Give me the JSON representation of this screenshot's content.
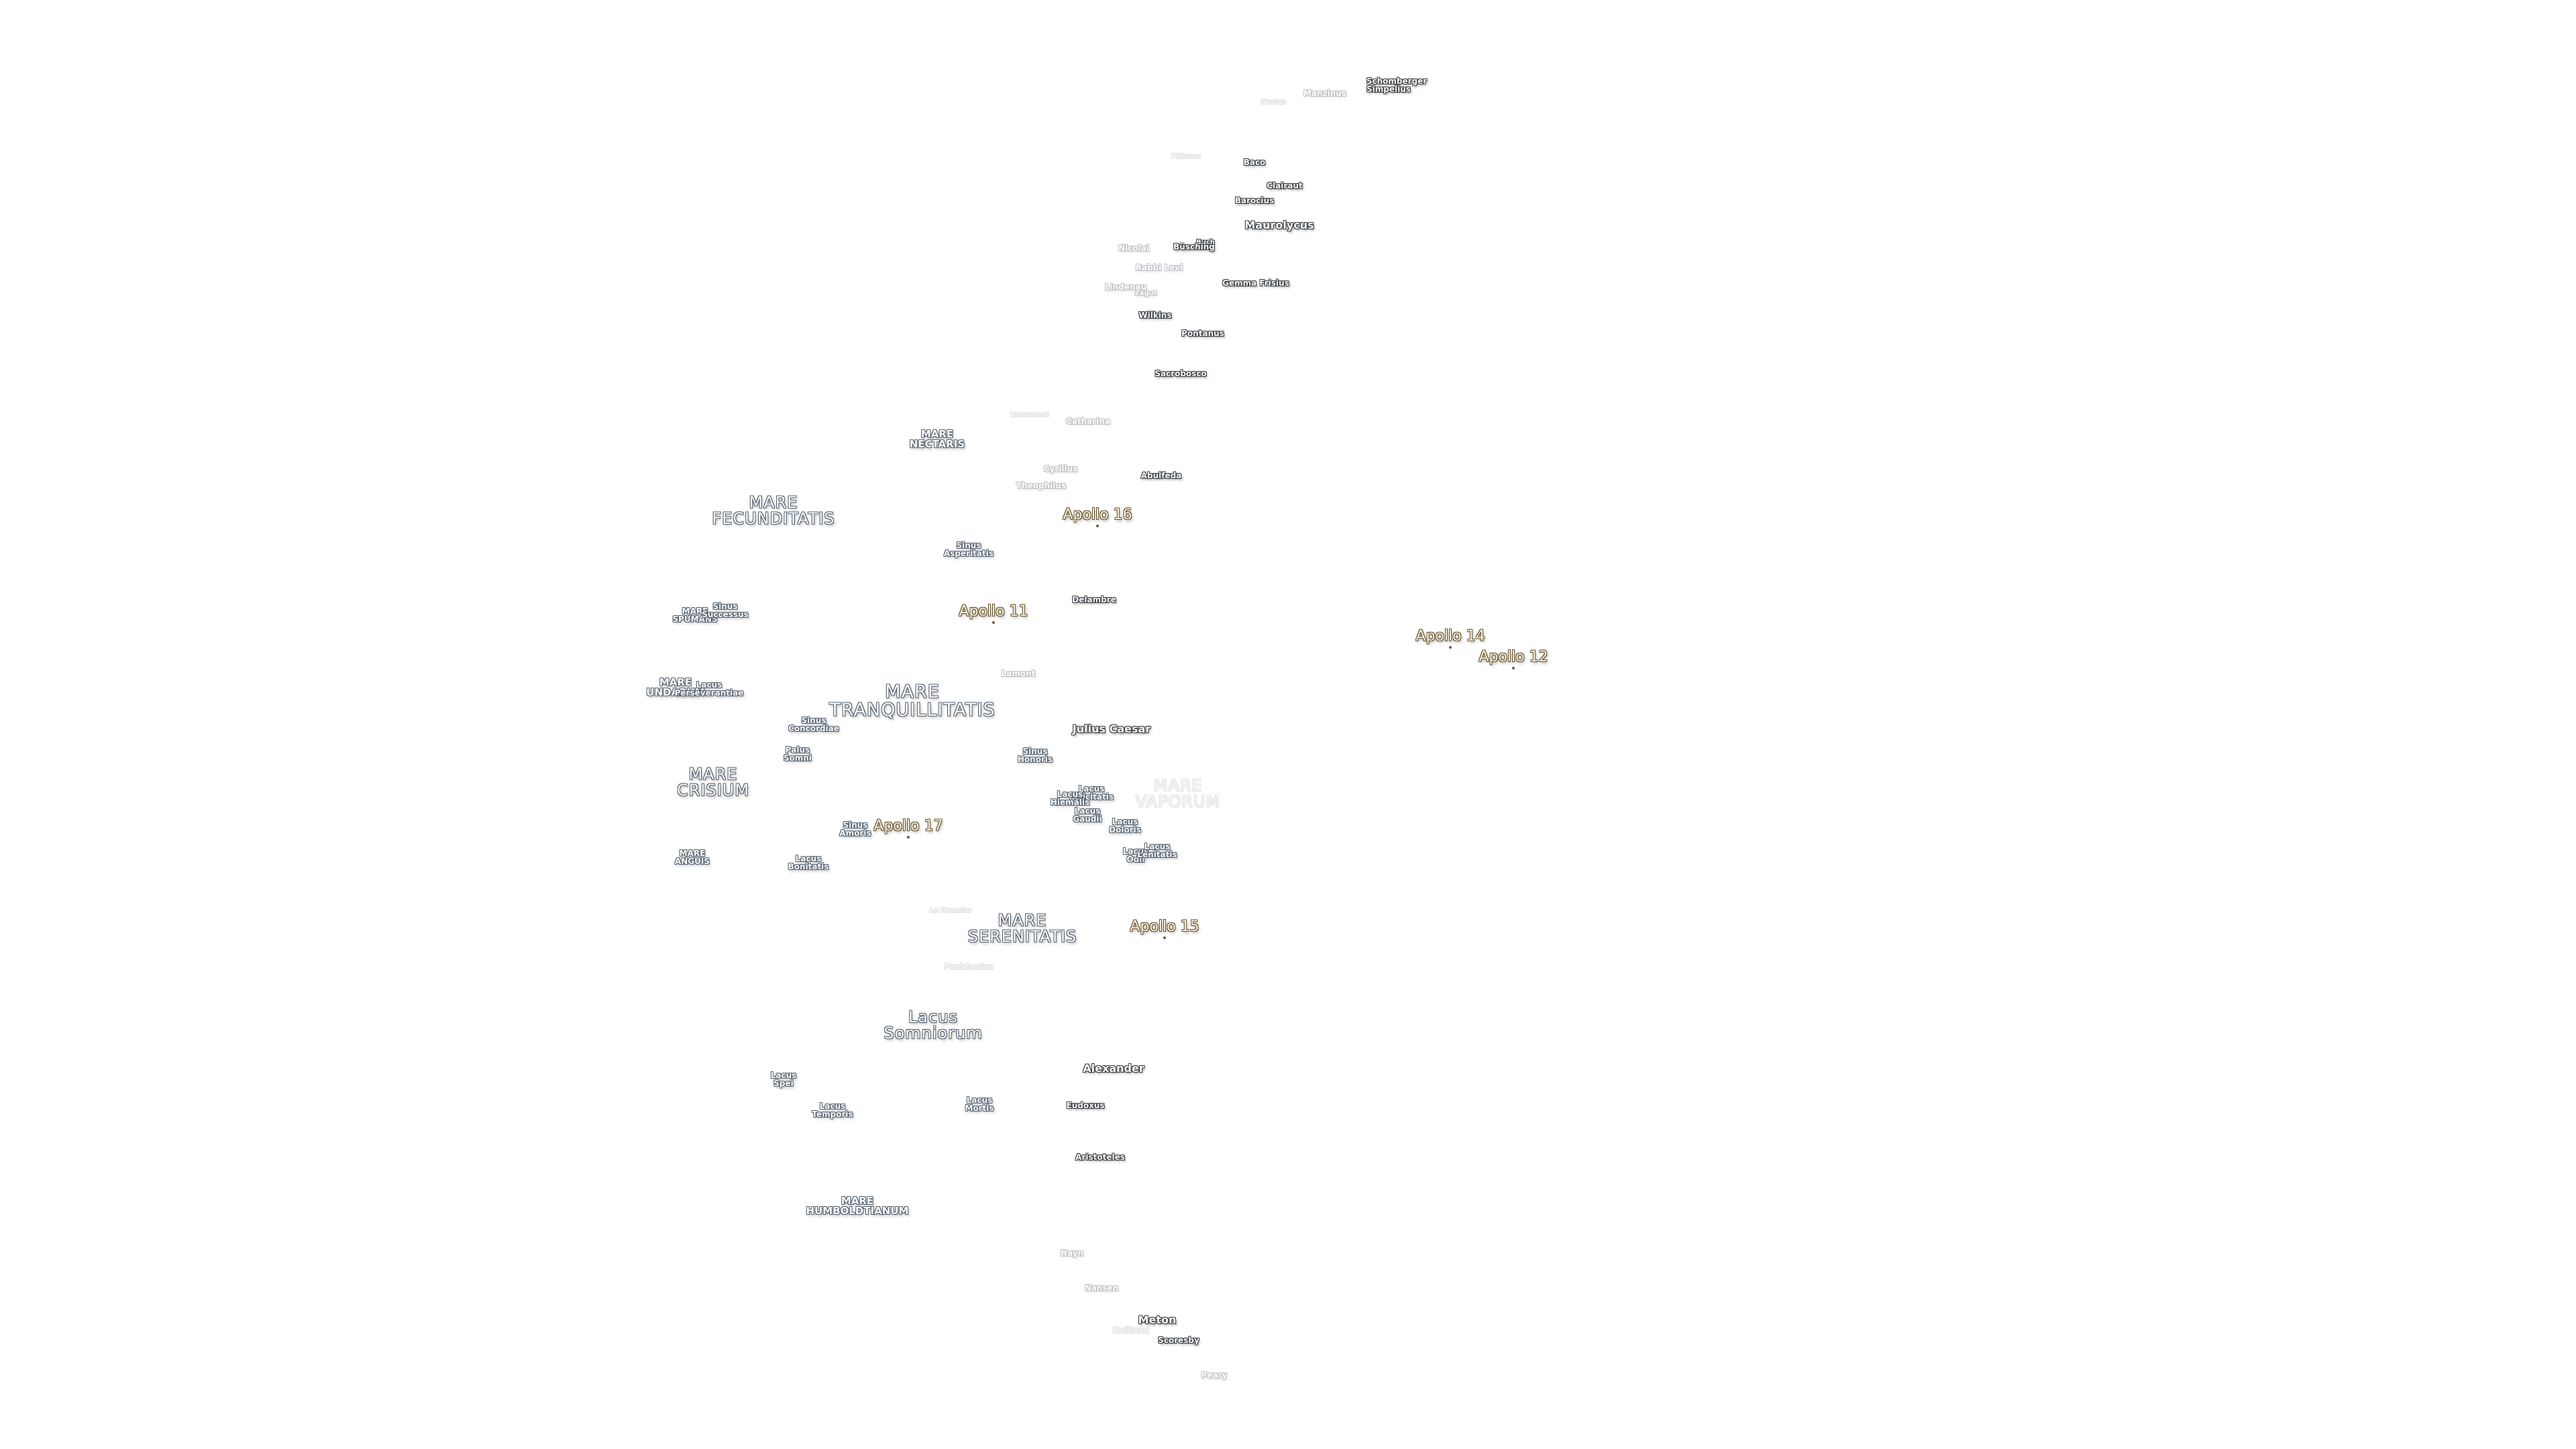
{
  "map": {
    "apollo_sites": [
      {
        "id": "apollo-16",
        "label": "Apollo 16"
      },
      {
        "id": "apollo-11",
        "label": "Apollo 11"
      },
      {
        "id": "apollo-14",
        "label": "Apollo 14"
      },
      {
        "id": "apollo-12",
        "label": "Apollo 12"
      },
      {
        "id": "apollo-17",
        "label": "Apollo 17"
      },
      {
        "id": "apollo-15",
        "label": "Apollo 15"
      }
    ],
    "maria": [
      {
        "id": "mare-fecunditatis",
        "label": "MARE\nFECUNDITATIS"
      },
      {
        "id": "mare-nectaris",
        "label": "MARE\nNECTARIS"
      },
      {
        "id": "mare-tranquillitatis",
        "label": "MARE\nTRANQUILLITATIS"
      },
      {
        "id": "mare-crisium",
        "label": "MARE\nCRISIUM"
      },
      {
        "id": "mare-serenitatis",
        "label": "MARE\nSERENITATIS"
      },
      {
        "id": "lacus-somniorum",
        "label": "Lacus\nSomniorum"
      },
      {
        "id": "mare-humboldtianum",
        "label": "MARE\nHUMBOLDTIANUM"
      },
      {
        "id": "mare-spumans",
        "label": "MARE\nSPUMANS"
      },
      {
        "id": "sinus-successus",
        "label": "Sinus\nSuccessus"
      },
      {
        "id": "mare-undarum",
        "label": "MARE\nUNDARUM"
      },
      {
        "id": "lacus-perseverantiae",
        "label": "Lacus\nPerseverantiae"
      },
      {
        "id": "sinus-asperitatis",
        "label": "Sinus\nAsperitatis"
      },
      {
        "id": "sinus-concordiae",
        "label": "Sinus\nConcordiae"
      },
      {
        "id": "palus-somni",
        "label": "Palus\nSomni"
      },
      {
        "id": "sinus-amoris",
        "label": "Sinus\nAmoris"
      },
      {
        "id": "mare-anguis",
        "label": "MARE\nANGUIS"
      },
      {
        "id": "lacus-bonitatis",
        "label": "Lacus\nBonitatis"
      },
      {
        "id": "sinus-honoris",
        "label": "Sinus\nHonoris"
      },
      {
        "id": "lacus-felicitatis",
        "label": "Lacus\nFelicitatis"
      },
      {
        "id": "lacus-hiemalis",
        "label": "Lacus\nHiemalis"
      },
      {
        "id": "lacus-gaudii",
        "label": "Lacus\nGaudii"
      },
      {
        "id": "lacus-doloris",
        "label": "Lacus\nDoloris"
      },
      {
        "id": "lacus-odii",
        "label": "Lacus\nOdii"
      },
      {
        "id": "lacus-lenitatis",
        "label": "Lacus\nLenitatis"
      },
      {
        "id": "mare-vaporum",
        "label": "MARE\nVAPORUM"
      },
      {
        "id": "lacus-spei",
        "label": "Lacus\nSpei"
      },
      {
        "id": "lacus-temporis",
        "label": "Lacus\nTemporis"
      },
      {
        "id": "lacus-mortis",
        "label": "Lacus\nMortis"
      }
    ],
    "craters": [
      {
        "id": "schomberger",
        "label": "Schomberger"
      },
      {
        "id": "simpelius",
        "label": "Simpelius"
      },
      {
        "id": "manzinus",
        "label": "Manzinus"
      },
      {
        "id": "nasius",
        "label": "Nasius"
      },
      {
        "id": "pitiscus",
        "label": "Pitiscus"
      },
      {
        "id": "baco",
        "label": "Baco"
      },
      {
        "id": "clairaut",
        "label": "Clairaut"
      },
      {
        "id": "barocius",
        "label": "Barocius"
      },
      {
        "id": "maurolycus",
        "label": "Maurolycus"
      },
      {
        "id": "nicolai",
        "label": "Nicolai"
      },
      {
        "id": "buch",
        "label": "Buch"
      },
      {
        "id": "buesching",
        "label": "Büsching"
      },
      {
        "id": "rabbi-levi",
        "label": "Rabbi Levi"
      },
      {
        "id": "gemma-frisius",
        "label": "Gemma Frisius"
      },
      {
        "id": "lindenau",
        "label": "Lindenau"
      },
      {
        "id": "zagut",
        "label": "Zagut"
      },
      {
        "id": "wilkins",
        "label": "Wilkins"
      },
      {
        "id": "pontanus",
        "label": "Pontanus"
      },
      {
        "id": "sacrobosco",
        "label": "Sacrobosco"
      },
      {
        "id": "beaumont",
        "label": "Beaumont"
      },
      {
        "id": "catharina",
        "label": "Catharina"
      },
      {
        "id": "cyrillus",
        "label": "Cyrillus"
      },
      {
        "id": "abulfeda",
        "label": "Abulfeda"
      },
      {
        "id": "theophilus",
        "label": "Theophilus"
      },
      {
        "id": "delambre",
        "label": "Delambre"
      },
      {
        "id": "lamont",
        "label": "Lamont"
      },
      {
        "id": "julius-caesar",
        "label": "Julius Caesar"
      },
      {
        "id": "le-monnier",
        "label": "Le Monnier"
      },
      {
        "id": "posidonius",
        "label": "Posidonius"
      },
      {
        "id": "alexander",
        "label": "Alexander"
      },
      {
        "id": "eudoxus",
        "label": "Eudoxus"
      },
      {
        "id": "aristoteles",
        "label": "Aristoteles"
      },
      {
        "id": "hayn",
        "label": "Hayn"
      },
      {
        "id": "nansen",
        "label": "Nansen"
      },
      {
        "id": "meton",
        "label": "Meton"
      },
      {
        "id": "baillaud",
        "label": "Baillaud"
      },
      {
        "id": "scoresby",
        "label": "Scoresby"
      },
      {
        "id": "peary",
        "label": "Peary"
      }
    ]
  }
}
